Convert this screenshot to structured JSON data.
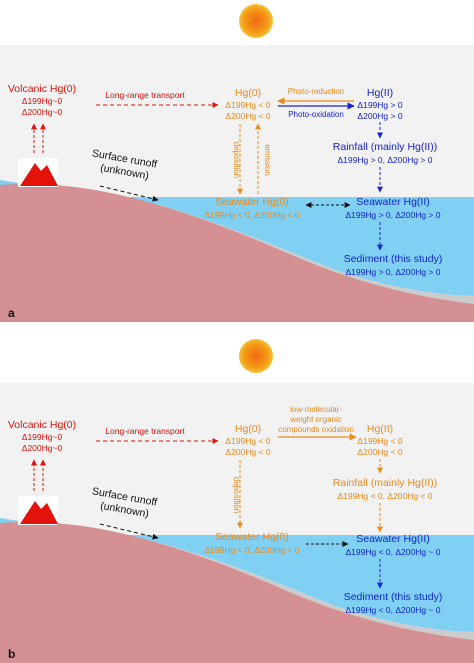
{
  "colors": {
    "red": "#e3120b",
    "orange": "#ec8a1b",
    "blue": "#1424d6",
    "black": "#111111",
    "land": "#d49092",
    "water": "#7fd0f2",
    "sediment": "#cccccc",
    "sky": "#f2f2f2",
    "sun": "#f39a14"
  },
  "panel_a": {
    "label": "a",
    "volcanic": {
      "title": "Volcanic Hg(0)",
      "d199": "Δ199Hg~0",
      "d200": "Δ200Hg~0"
    },
    "transport": "Long-range transport",
    "hg0": {
      "title": "Hg(0)",
      "d199": "Δ199Hg < 0",
      "d200": "Δ200Hg < 0"
    },
    "hgII": {
      "title": "Hg(II)",
      "d199": "Δ199Hg > 0",
      "d200": "Δ200Hg > 0"
    },
    "photo_reduction": "Photo-reduction",
    "photo_oxidation": "Photo-oxidation",
    "deposition": "deposition",
    "emission": "emission",
    "rainfall": {
      "title": "Rainfall (mainly Hg(II))",
      "d": "Δ199Hg > 0, Δ200Hg > 0"
    },
    "runoff": {
      "l1": "Surface runoff",
      "l2": "(unknown)"
    },
    "seawater_hg0": {
      "title": "Seawater Hg(0)",
      "d": "Δ199Hg < 0, Δ200Hg < 0"
    },
    "seawater_hgII": {
      "title": "Seawater Hg(II)",
      "d": "Δ199Hg > 0, Δ200Hg > 0"
    },
    "sediment": {
      "title": "Sediment (this study)",
      "d": "Δ199Hg > 0, Δ200Hg > 0"
    }
  },
  "panel_b": {
    "label": "b",
    "volcanic": {
      "title": "Volcanic Hg(0)",
      "d199": "Δ199Hg~0",
      "d200": "Δ200Hg~0"
    },
    "transport": "Long-range transport",
    "hg0": {
      "title": "Hg(0)",
      "d199": "Δ199Hg < 0",
      "d200": "Δ200Hg < 0"
    },
    "hgII": {
      "title": "Hg(II)",
      "d199": "Δ199Hg < 0",
      "d200": "Δ200Hg < 0"
    },
    "oxidation": {
      "l1": "low-molecular-",
      "l2": "weight organic",
      "l3": "compounds oxidation"
    },
    "deposition": "deposition",
    "rainfall": {
      "title": "Rainfall (mainly Hg(II))",
      "d": "Δ199Hg < 0, Δ200Hg < 0"
    },
    "runoff": {
      "l1": "Surface runoff",
      "l2": "(unknown)"
    },
    "seawater_hg0": {
      "title": "Seawater Hg(0)",
      "d": "Δ199Hg < 0, Δ200Hg < 0"
    },
    "seawater_hgII": {
      "title": "Seawater Hg(II)",
      "d": "Δ199Hg < 0, Δ200Hg ~ 0"
    },
    "sediment": {
      "title": "Sediment (this study)",
      "d": "Δ199Hg < 0, Δ200Hg ~ 0"
    }
  }
}
